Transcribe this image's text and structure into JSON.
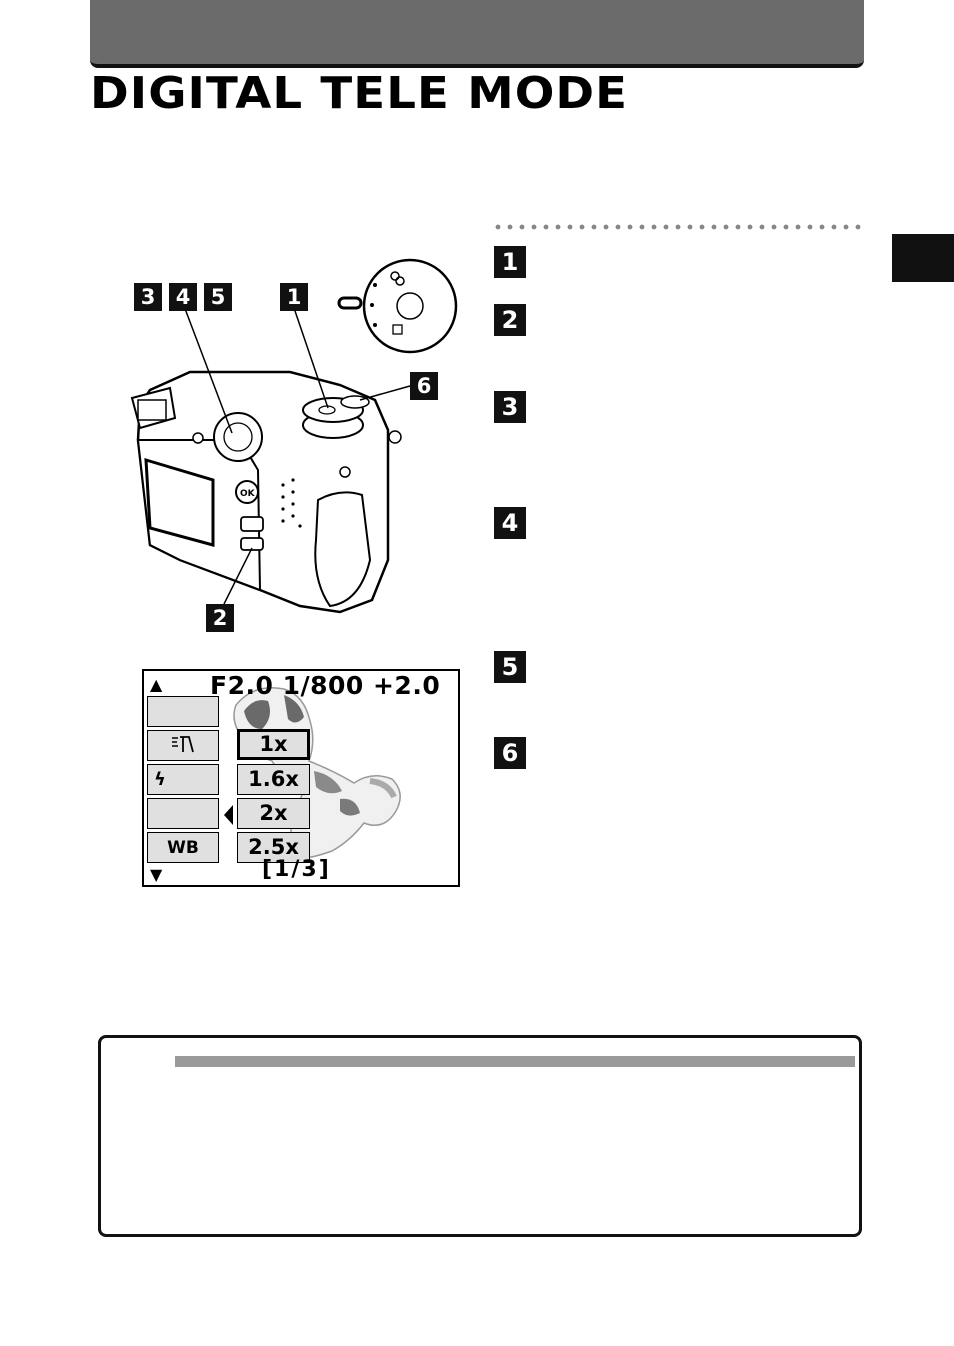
{
  "page": {
    "title": "DIGITAL TELE MODE"
  },
  "figure_callouts": {
    "top_left": [
      "3",
      "4",
      "5"
    ],
    "top_right": "1",
    "right": "6",
    "bottom": "2"
  },
  "steps": [
    "1",
    "2",
    "3",
    "4",
    "5",
    "6"
  ],
  "lcd": {
    "readout": "F2.0  1/800 +2.0",
    "up_arrow": "▲",
    "down_arrow": "▼",
    "menu_items": [
      {
        "label": "",
        "icon": "blank"
      },
      {
        "label": "",
        "icon": "metering-icon"
      },
      {
        "label": "",
        "icon": "flash-icon"
      },
      {
        "label": "",
        "icon": "blank"
      },
      {
        "label": "WB",
        "icon": "white-balance"
      }
    ],
    "zoom_options": [
      "1x",
      "1.6x",
      "2x",
      "2.5x"
    ],
    "selected_zoom": "1x",
    "page_indicator": "[1/3]"
  },
  "colors": {
    "header_bar": "#6b6b6b",
    "badge": "#111111",
    "note_bar": "#9a9a9a"
  }
}
